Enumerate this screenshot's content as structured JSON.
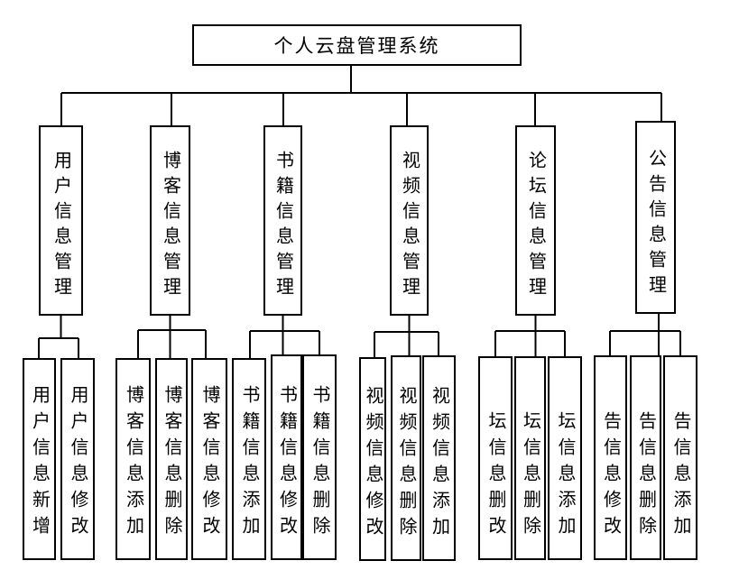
{
  "diagram": {
    "title": "个人云盘管理系统",
    "colors": {
      "line": "#000000",
      "box_border": "#000000",
      "box_fill": "#ffffff",
      "text": "#000000",
      "background": "#ffffff"
    },
    "branches": [
      {
        "label": "用户信息管理",
        "children": [
          "用户信息新增",
          "用户信息修改"
        ]
      },
      {
        "label": "博客信息管理",
        "children": [
          "博客信息添加",
          "博客信息删除",
          "博客信息修改"
        ]
      },
      {
        "label": "书籍信息管理",
        "children": [
          "书籍信息添加",
          "书籍信息修改",
          "书籍信息删除"
        ]
      },
      {
        "label": "视频信息管理",
        "children": [
          "视频信息修改",
          "视频信息删除",
          "视频信息添加"
        ]
      },
      {
        "label": "论坛信息管理",
        "children": [
          "坛信息删改",
          "坛信息删除",
          "坛信息添加"
        ]
      },
      {
        "label": "公告信息管理",
        "children": [
          "告信息修改",
          "告信息删除",
          "告信息添加"
        ]
      }
    ]
  }
}
